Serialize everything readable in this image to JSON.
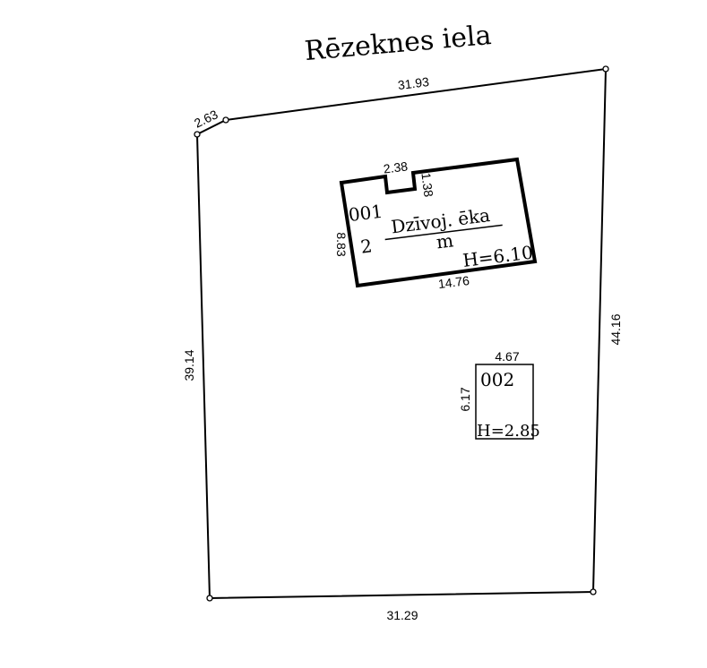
{
  "street_name": "Rēzeknes iela",
  "parcel": {
    "dimensions": {
      "top_short": "2.63",
      "top": "31.93",
      "right": "44.16",
      "bottom": "31.29",
      "left": "39.14"
    }
  },
  "buildings": [
    {
      "id": "001",
      "floors": "2",
      "use": "Dzīvoj. ēka",
      "material": "m",
      "height": "H=6.10",
      "dimensions": {
        "notch_width": "2.38",
        "notch_depth": "1.38",
        "side": "8.83",
        "bottom": "14.76"
      }
    },
    {
      "id": "002",
      "height": "H=2.85",
      "dimensions": {
        "top": "4.67",
        "side": "6.17"
      }
    }
  ]
}
